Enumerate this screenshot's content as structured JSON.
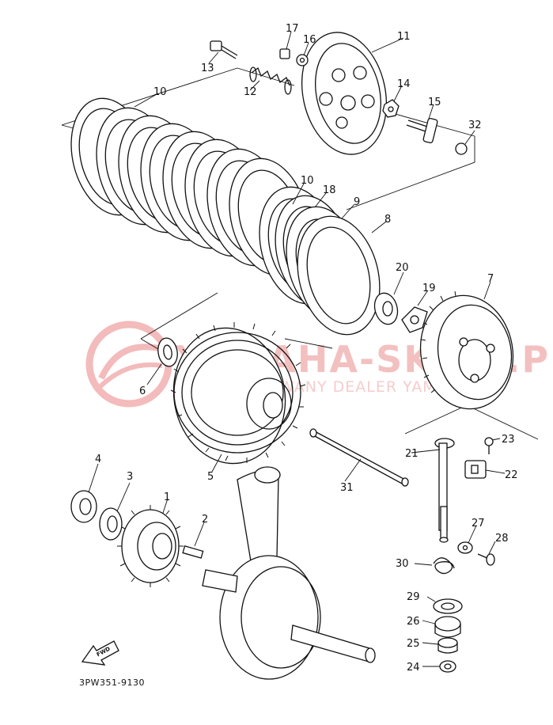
{
  "diagram_code": "3PW351-9130",
  "fwd_label": "FWD",
  "watermark": {
    "brand": "YAMAHA-SKLEP.PL",
    "tagline": "AUTORYZOWANY DEALER YAMAHA"
  },
  "callouts": [
    "1",
    "2",
    "3",
    "4",
    "5",
    "6",
    "7",
    "8",
    "9",
    "10",
    "10",
    "11",
    "12",
    "13",
    "14",
    "15",
    "16",
    "17",
    "18",
    "19",
    "20",
    "21",
    "22",
    "23",
    "24",
    "25",
    "26",
    "27",
    "28",
    "29",
    "30",
    "31",
    "32"
  ]
}
